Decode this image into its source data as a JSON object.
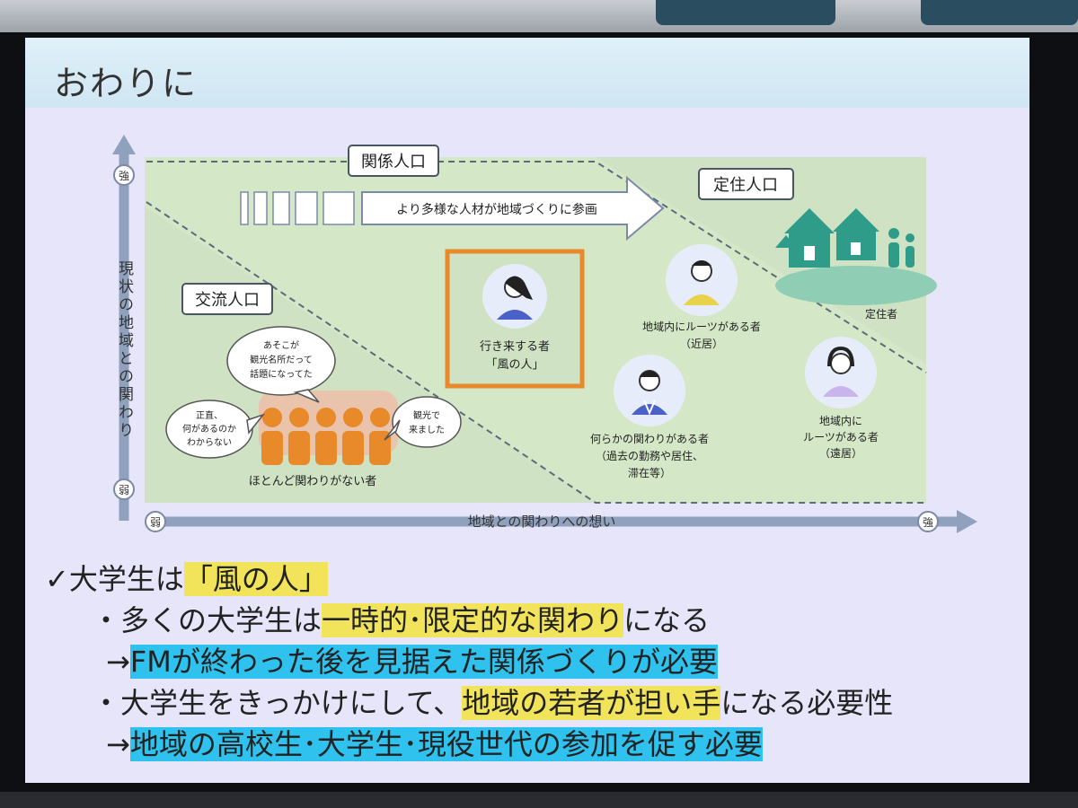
{
  "slide": {
    "title": "おわりに"
  },
  "diagram": {
    "y_axis_label": "現状の地域との関わり",
    "y_top": "強",
    "y_bottom": "弱",
    "x_axis_label": "地域との関わりへの想い",
    "x_left": "弱",
    "x_right": "強",
    "relation_label": "関係人口",
    "settled_label": "定住人口",
    "exchange_label": "交流人口",
    "arrow_text": "より多様な人材が地域づくりに参画",
    "settled_person": "定住者",
    "kaze_line1": "行き来する者",
    "kaze_line2": "「風の人」",
    "roots_near_1": "地域内にルーツがある者",
    "roots_near_2": "（近居）",
    "roots_far_1": "地域内に",
    "roots_far_2": "ルーツがある者",
    "roots_far_3": "（遠居）",
    "some_rel_1": "何らかの関わりがある者",
    "some_rel_2": "（過去の勤務や居住、",
    "some_rel_3": "滞在等）",
    "none_rel": "ほとんど関わりがない者",
    "bubble1_1": "あそこが",
    "bubble1_2": "観光名所だって",
    "bubble1_3": "話題になってた",
    "bubble2_1": "正直、",
    "bubble2_2": "何があるのか",
    "bubble2_3": "わからない",
    "bubble3_1": "観光で",
    "bubble3_2": "来ました"
  },
  "bullets": {
    "check_mark": "✓",
    "b1_prefix": "大学生は",
    "b1_highlight": "「風の人」",
    "b2_dot": "・",
    "b2_prefix": "多くの大学生は",
    "b2_highlight": "一時的･限定的な関わり",
    "b2_suffix": "になる",
    "b3_arrow": "→",
    "b3_highlight": "FMが終わった後を見据えた関係づくりが必要",
    "b4_dot": "・",
    "b4_prefix": "大学生をきっかけにして、",
    "b4_highlight": "地域の若者が担い手",
    "b4_suffix": "になる必要性",
    "b5_arrow": "→",
    "b5_highlight": "地域の高校生･大学生･現役世代の参加を促す必要"
  },
  "colors": {
    "highlight_yellow": "#f1e45a",
    "highlight_blue": "#2fc2ee",
    "frame_orange": "#e8892a",
    "house_teal": "#2f9c8a"
  }
}
